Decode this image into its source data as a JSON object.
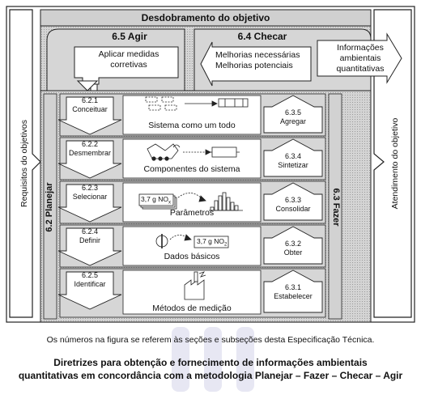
{
  "header": {
    "title": "Desdobramento do objetivo"
  },
  "act": {
    "title": "6.5 Agir",
    "text1": "Aplicar medidas",
    "text2": "corretivas"
  },
  "check": {
    "title": "6.4 Checar",
    "text1": "Melhorias necessárias",
    "text2": "Melhorias potenciais"
  },
  "info": {
    "line1": "Informações",
    "line2": "ambientais",
    "line3": "quantitativas"
  },
  "sides": {
    "left": "Requisitos do objetivos",
    "right": "Atendimento do objetivo",
    "plan": "6.2 Planejar",
    "do": "6.3 Fazer"
  },
  "rows": [
    {
      "plan_num": "6.2.1",
      "plan_label": "Conceituar",
      "middle": "Sistema como um todo",
      "do_num": "6.3.5",
      "do_label": "Agregar"
    },
    {
      "plan_num": "6.2.2",
      "plan_label": "Desmembrar",
      "middle": "Componentes do sistema",
      "do_num": "6.3.4",
      "do_label": "Sintetizar"
    },
    {
      "plan_num": "6.2.3",
      "plan_label": "Selecionar",
      "middle": "Parâmetros",
      "do_num": "6.3.3",
      "do_label": "Consolidar"
    },
    {
      "plan_num": "6.2.4",
      "plan_label": "Definir",
      "middle": "Dados básicos",
      "do_num": "6.3.2",
      "do_label": "Obter"
    },
    {
      "plan_num": "6.2.5",
      "plan_label": "Identificar",
      "middle": "Métodos de medição",
      "do_num": "6.3.1",
      "do_label": "Estabelecer"
    }
  ],
  "labels": {
    "param_card": "3,7 g NO",
    "param_sub": "x",
    "data_card": "3,7 g NO",
    "data_sub": "2"
  },
  "caption": "Os números na figura se referem às seções e subseções desta Especificação Técnica.",
  "footer": {
    "line1": "Diretrizes para obtenção e fornecimento de informações ambientais",
    "line2": "quantitativas em concordância com a metodologia Planejar – Fazer – Checar – Agir"
  },
  "colors": {
    "panel": "#c9c9c9",
    "box": "#ffffff",
    "line": "#222222",
    "watermark": "#e6e6f2"
  }
}
